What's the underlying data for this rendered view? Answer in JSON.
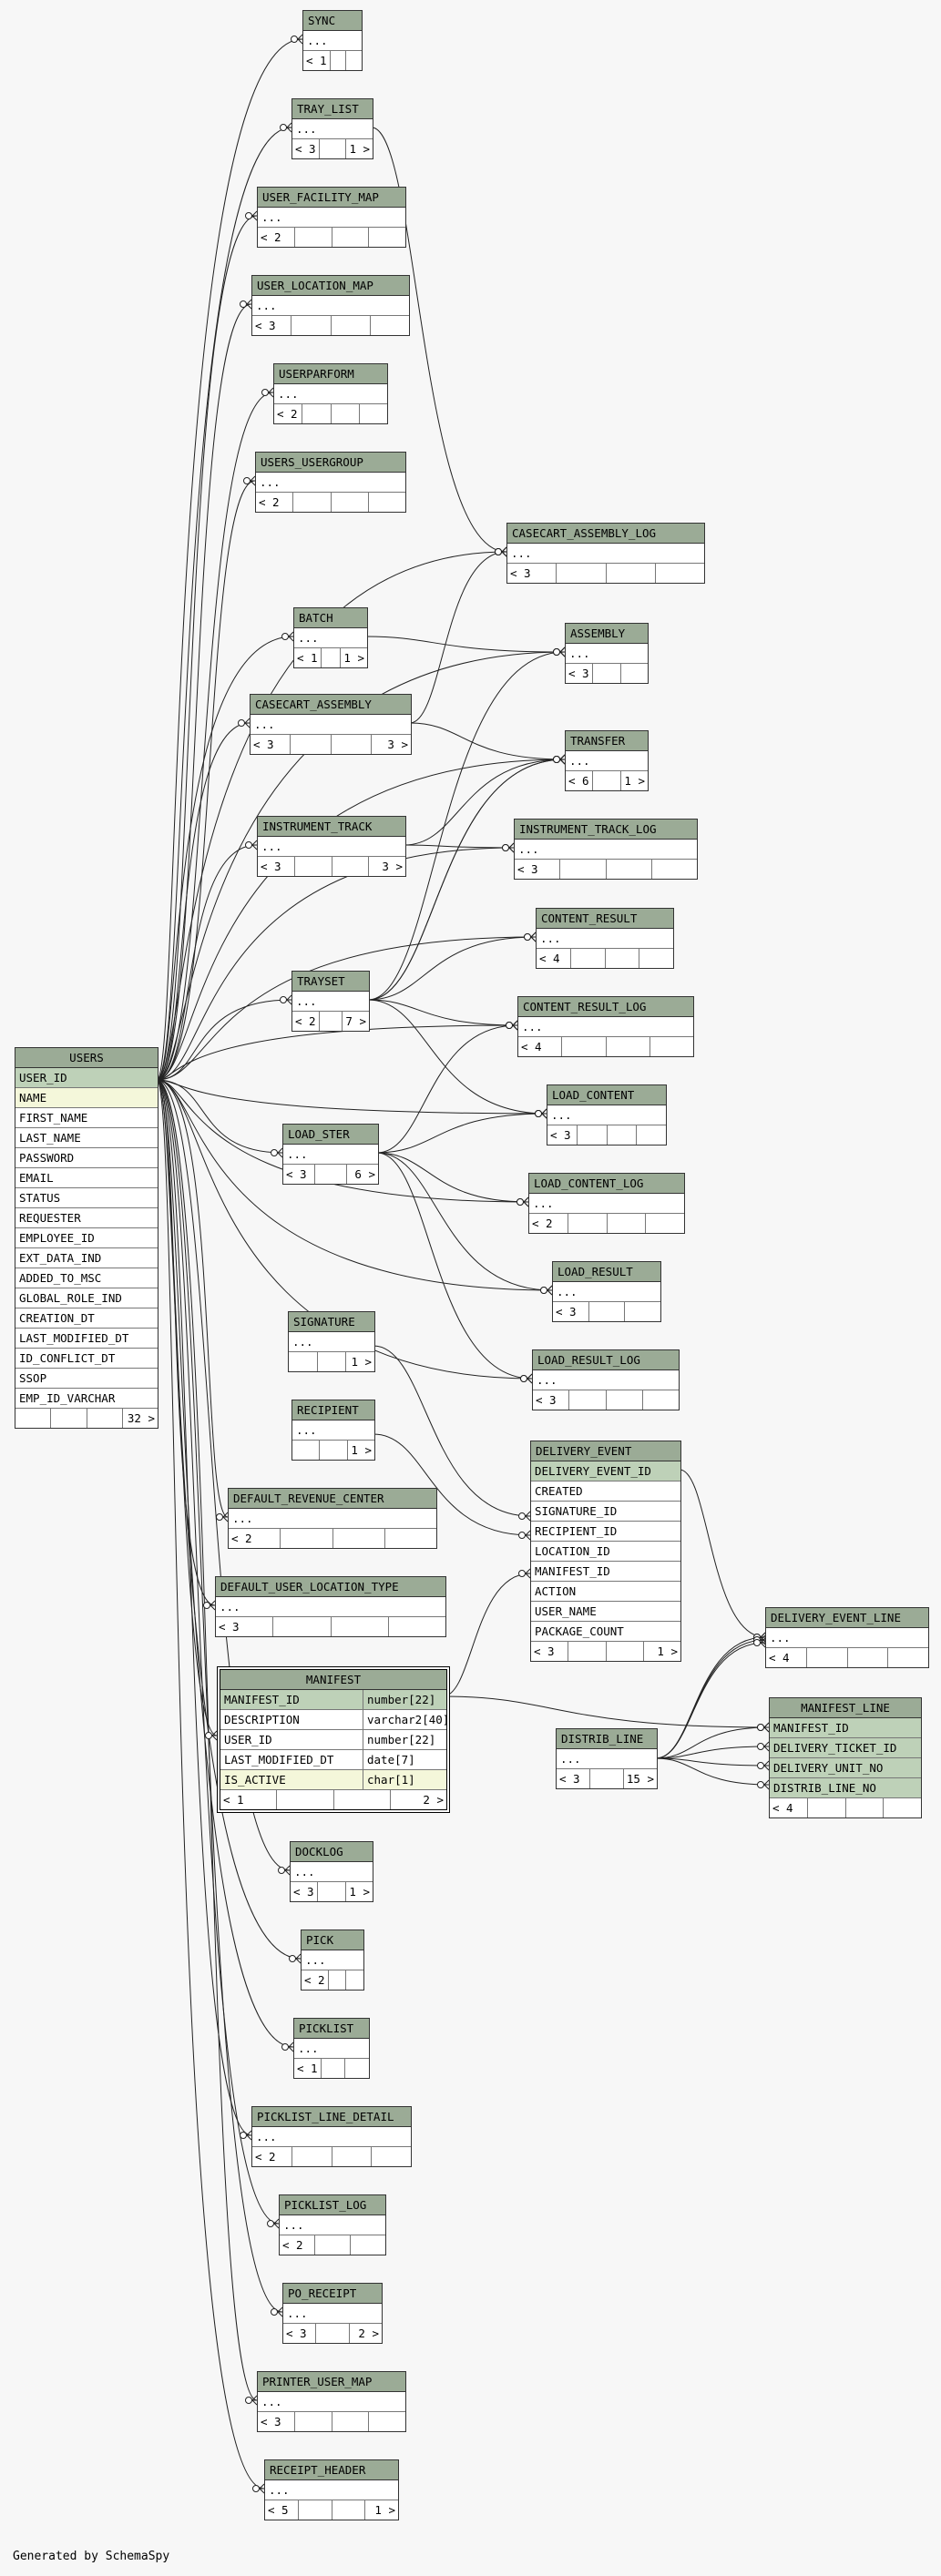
{
  "footer": {
    "generated_by": "Generated by SchemaSpy"
  },
  "tables": {
    "sync": {
      "name": "SYNC",
      "rows": [
        "..."
      ],
      "children": "< 1",
      "parents": ""
    },
    "tray_list": {
      "name": "TRAY_LIST",
      "rows": [
        "..."
      ],
      "children": "< 3",
      "parents": "1 >"
    },
    "user_facility_map": {
      "name": "USER_FACILITY_MAP",
      "rows": [
        "..."
      ],
      "children": "< 2",
      "parents": ""
    },
    "user_location_map": {
      "name": "USER_LOCATION_MAP",
      "rows": [
        "..."
      ],
      "children": "< 3",
      "parents": ""
    },
    "userparform": {
      "name": "USERPARFORM",
      "rows": [
        "..."
      ],
      "children": "< 2",
      "parents": ""
    },
    "users_usergroup": {
      "name": "USERS_USERGROUP",
      "rows": [
        "..."
      ],
      "children": "< 2",
      "parents": ""
    },
    "casecart_assembly_log": {
      "name": "CASECART_ASSEMBLY_LOG",
      "rows": [
        "..."
      ],
      "children": "< 3",
      "parents": ""
    },
    "assembly": {
      "name": "ASSEMBLY",
      "rows": [
        "..."
      ],
      "children": "< 3",
      "parents": ""
    },
    "batch": {
      "name": "BATCH",
      "rows": [
        "..."
      ],
      "children": "< 1",
      "parents": "1 >"
    },
    "casecart_assembly": {
      "name": "CASECART_ASSEMBLY",
      "rows": [
        "..."
      ],
      "children": "< 3",
      "parents": "3 >"
    },
    "transfer": {
      "name": "TRANSFER",
      "rows": [
        "..."
      ],
      "children": "< 6",
      "parents": "1 >"
    },
    "instrument_track": {
      "name": "INSTRUMENT_TRACK",
      "rows": [
        "..."
      ],
      "children": "< 3",
      "parents": "3 >"
    },
    "instrument_track_log": {
      "name": "INSTRUMENT_TRACK_LOG",
      "rows": [
        "..."
      ],
      "children": "< 3",
      "parents": ""
    },
    "content_result": {
      "name": "CONTENT_RESULT",
      "rows": [
        "..."
      ],
      "children": "< 4",
      "parents": ""
    },
    "trayset": {
      "name": "TRAYSET",
      "rows": [
        "..."
      ],
      "children": "< 2",
      "parents": "7 >"
    },
    "content_result_log": {
      "name": "CONTENT_RESULT_LOG",
      "rows": [
        "..."
      ],
      "children": "< 4",
      "parents": ""
    },
    "load_content": {
      "name": "LOAD_CONTENT",
      "rows": [
        "..."
      ],
      "children": "< 3",
      "parents": ""
    },
    "load_ster": {
      "name": "LOAD_STER",
      "rows": [
        "..."
      ],
      "children": "< 3",
      "parents": "6 >"
    },
    "load_content_log": {
      "name": "LOAD_CONTENT_LOG",
      "rows": [
        "..."
      ],
      "children": "< 2",
      "parents": ""
    },
    "load_result": {
      "name": "LOAD_RESULT",
      "rows": [
        "..."
      ],
      "children": "< 3",
      "parents": ""
    },
    "load_result_log": {
      "name": "LOAD_RESULT_LOG",
      "rows": [
        "..."
      ],
      "children": "< 3",
      "parents": ""
    },
    "signature": {
      "name": "SIGNATURE",
      "rows": [
        "..."
      ],
      "children": "",
      "parents": "1 >"
    },
    "recipient": {
      "name": "RECIPIENT",
      "rows": [
        "..."
      ],
      "children": "",
      "parents": "1 >"
    },
    "delivery_event": {
      "name": "DELIVERY_EVENT",
      "rows": [
        "DELIVERY_EVENT_ID",
        "CREATED",
        "SIGNATURE_ID",
        "RECIPIENT_ID",
        "LOCATION_ID",
        "MANIFEST_ID",
        "ACTION",
        "USER_NAME",
        "PACKAGE_COUNT"
      ],
      "children": "< 3",
      "parents": "1 >"
    },
    "default_revenue_center": {
      "name": "DEFAULT_REVENUE_CENTER",
      "rows": [
        "..."
      ],
      "children": "< 2",
      "parents": ""
    },
    "default_user_location_type": {
      "name": "DEFAULT_USER_LOCATION_TYPE",
      "rows": [
        "..."
      ],
      "children": "< 3",
      "parents": ""
    },
    "delivery_event_line": {
      "name": "DELIVERY_EVENT_LINE",
      "rows": [
        "..."
      ],
      "children": "< 4",
      "parents": ""
    },
    "manifest": {
      "name": "MANIFEST",
      "rows": [
        {
          "col": "MANIFEST_ID",
          "type": "number[22]"
        },
        {
          "col": "DESCRIPTION",
          "type": "varchar2[40]"
        },
        {
          "col": "USER_ID",
          "type": "number[22]"
        },
        {
          "col": "LAST_MODIFIED_DT",
          "type": "date[7]"
        },
        {
          "col": "IS_ACTIVE",
          "type": "char[1]"
        }
      ],
      "children": "< 1",
      "parents": "2 >"
    },
    "manifest_line": {
      "name": "MANIFEST_LINE",
      "rows": [
        "MANIFEST_ID",
        "DELIVERY_TICKET_ID",
        "DELIVERY_UNIT_NO",
        "DISTRIB_LINE_NO"
      ],
      "children": "< 4",
      "parents": ""
    },
    "distrib_line": {
      "name": "DISTRIB_LINE",
      "rows": [
        "..."
      ],
      "children": "< 3",
      "parents": "15 >"
    },
    "users": {
      "name": "USERS",
      "rows": [
        "USER_ID",
        "NAME",
        "FIRST_NAME",
        "LAST_NAME",
        "PASSWORD",
        "EMAIL",
        "STATUS",
        "REQUESTER",
        "EMPLOYEE_ID",
        "EXT_DATA_IND",
        "ADDED_TO_MSC",
        "GLOBAL_ROLE_IND",
        "CREATION_DT",
        "LAST_MODIFIED_DT",
        "ID_CONFLICT_DT",
        "SSOP",
        "EMP_ID_VARCHAR"
      ],
      "children": "",
      "parents": "32 >"
    },
    "docklog": {
      "name": "DOCKLOG",
      "rows": [
        "..."
      ],
      "children": "< 3",
      "parents": "1 >"
    },
    "pick": {
      "name": "PICK",
      "rows": [
        "..."
      ],
      "children": "< 2",
      "parents": ""
    },
    "picklist": {
      "name": "PICKLIST",
      "rows": [
        "..."
      ],
      "children": "< 1",
      "parents": ""
    },
    "picklist_line_detail": {
      "name": "PICKLIST_LINE_DETAIL",
      "rows": [
        "..."
      ],
      "children": "< 2",
      "parents": ""
    },
    "picklist_log": {
      "name": "PICKLIST_LOG",
      "rows": [
        "..."
      ],
      "children": "< 2",
      "parents": ""
    },
    "po_receipt": {
      "name": "PO_RECEIPT",
      "rows": [
        "..."
      ],
      "children": "< 3",
      "parents": "2 >"
    },
    "printer_user_map": {
      "name": "PRINTER_USER_MAP",
      "rows": [
        "..."
      ],
      "children": "< 3",
      "parents": ""
    },
    "receipt_header": {
      "name": "RECEIPT_HEADER",
      "rows": [
        "..."
      ],
      "children": "< 5",
      "parents": "1 >"
    }
  }
}
